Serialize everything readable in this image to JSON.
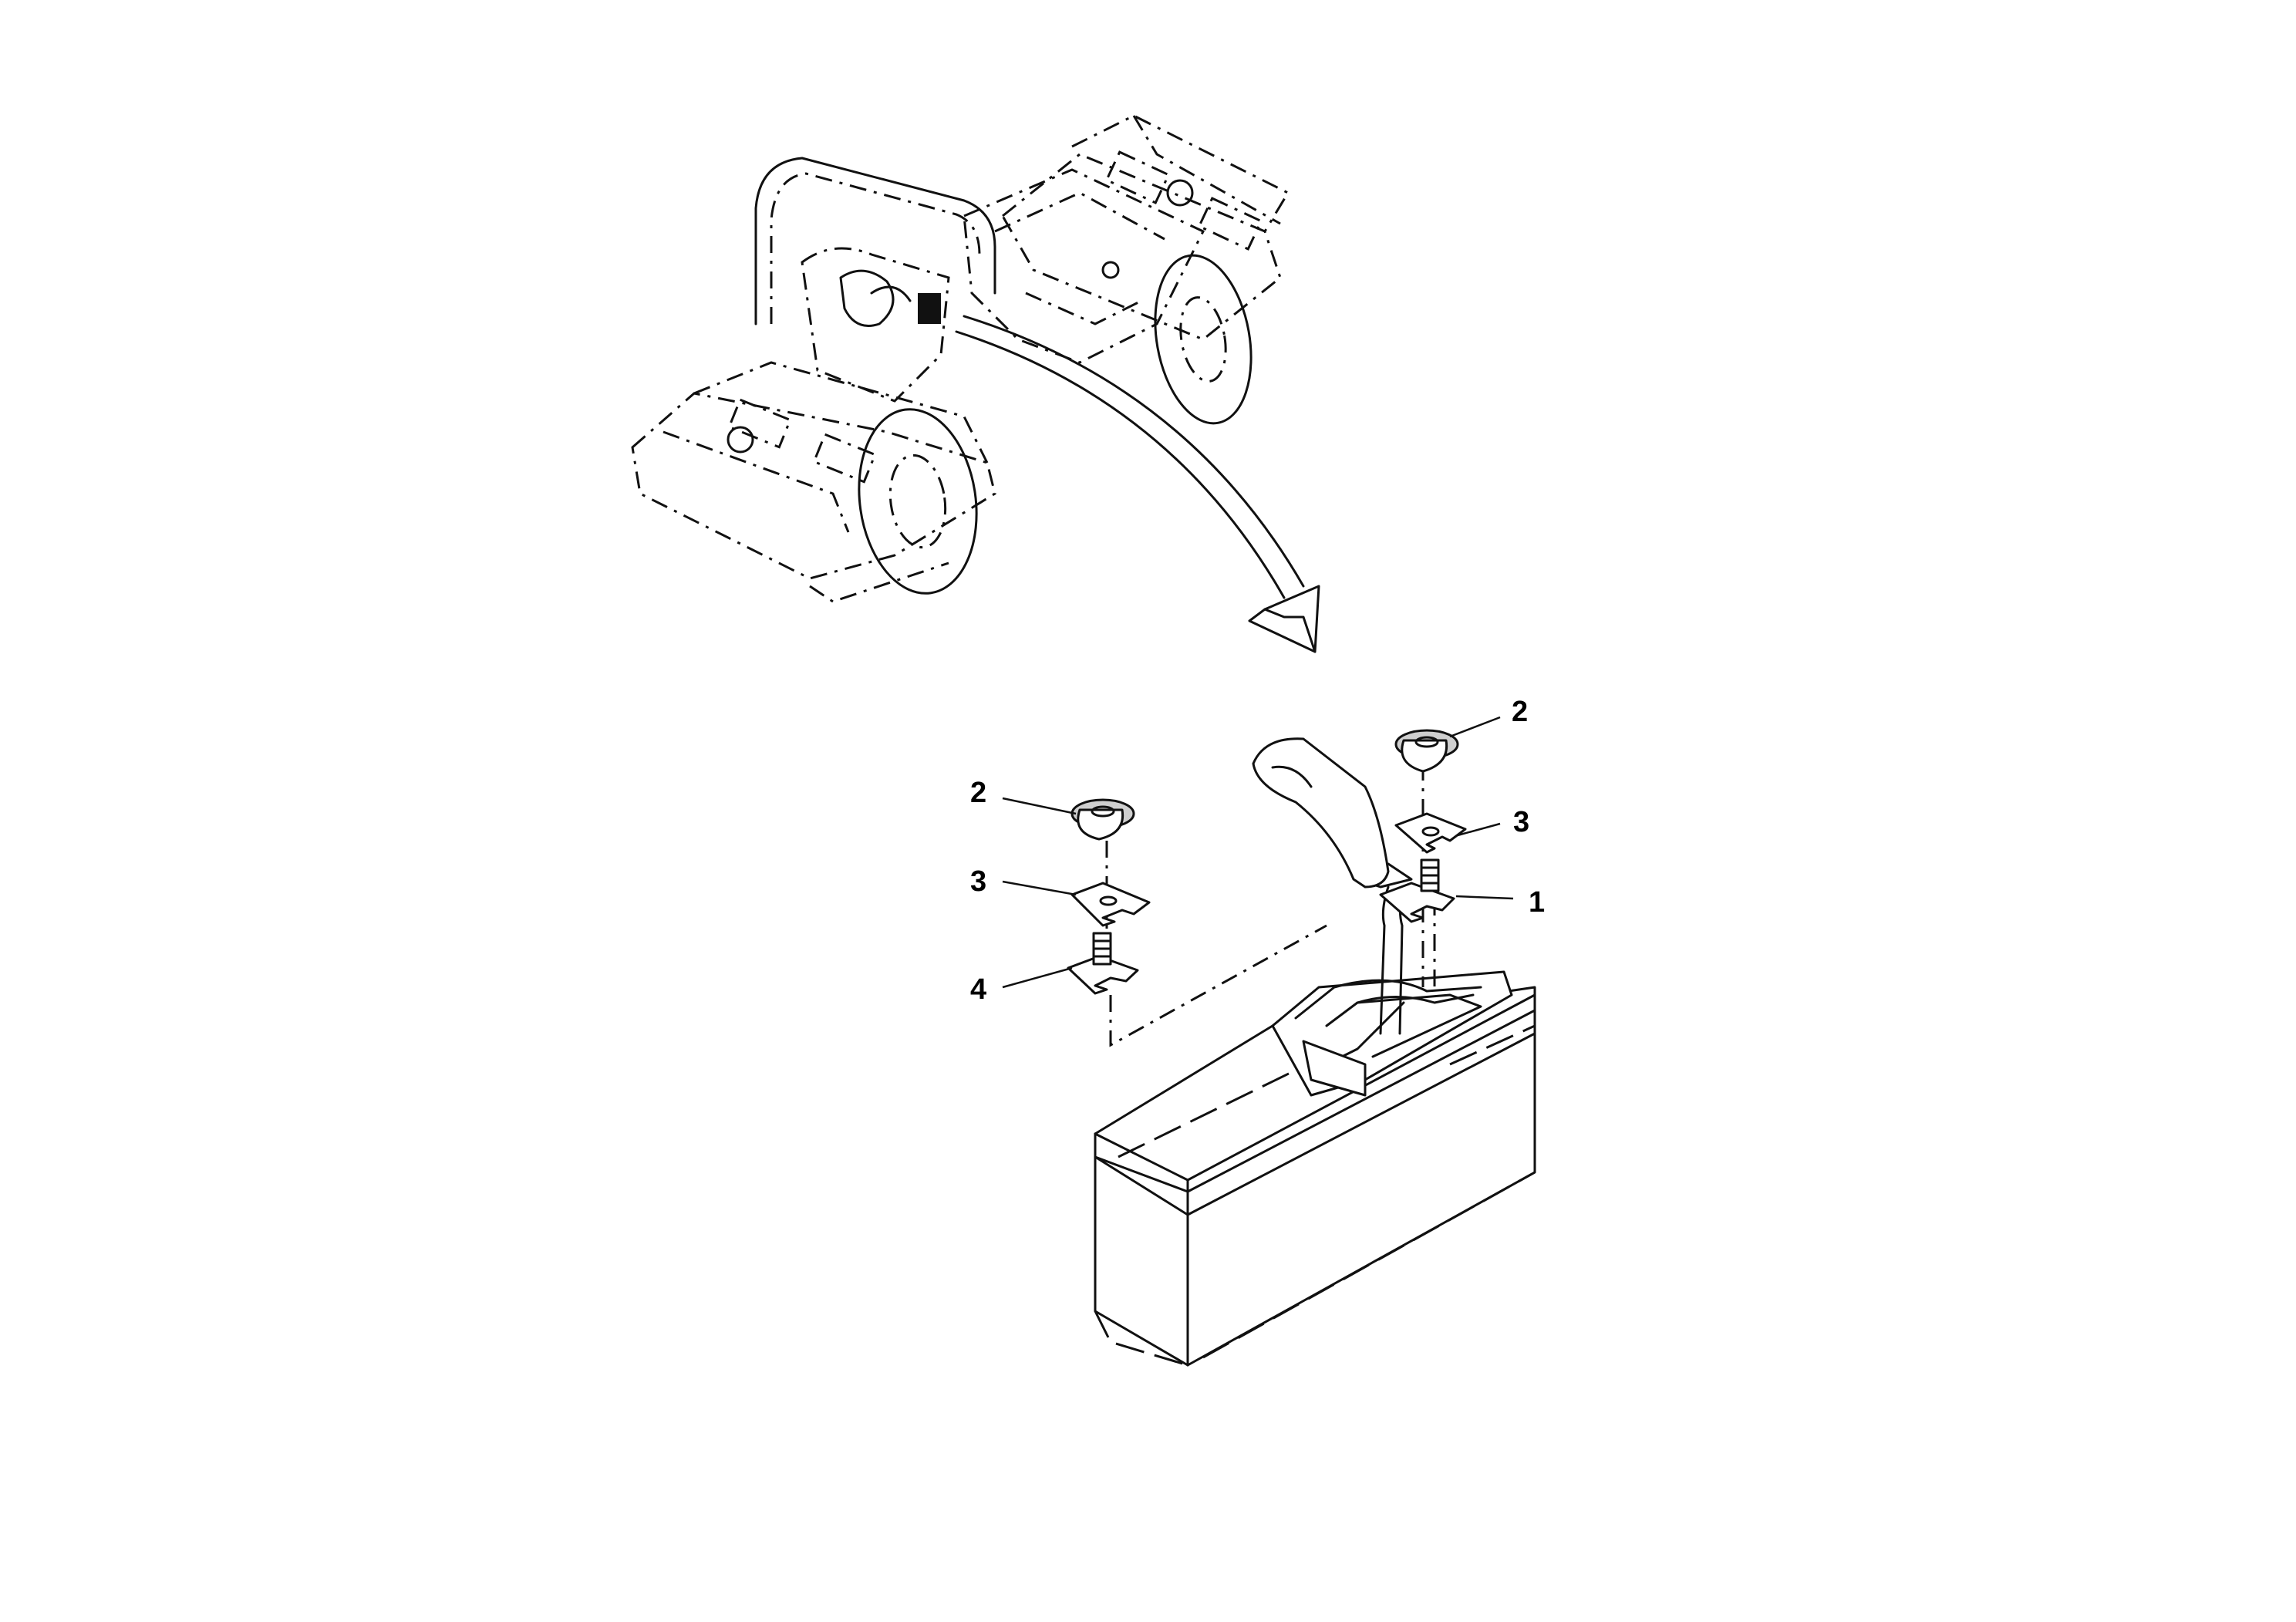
{
  "diagram": {
    "callouts": [
      {
        "id": "c-top-right-2",
        "label": "2",
        "part": "wing-nut"
      },
      {
        "id": "c-top-right-3",
        "label": "3",
        "part": "clamp-plate"
      },
      {
        "id": "c-top-right-1",
        "label": "1",
        "part": "stud-bracket"
      },
      {
        "id": "c-left-2",
        "label": "2",
        "part": "wing-nut"
      },
      {
        "id": "c-left-3",
        "label": "3",
        "part": "clamp-plate"
      },
      {
        "id": "c-left-4",
        "label": "4",
        "part": "stud-bracket"
      }
    ],
    "icons": [
      "roller-machine-icon",
      "detail-arrow-icon",
      "shift-lever-icon",
      "control-box-icon",
      "wing-nut-icon",
      "clamp-plate-icon",
      "stud-bracket-icon"
    ]
  }
}
